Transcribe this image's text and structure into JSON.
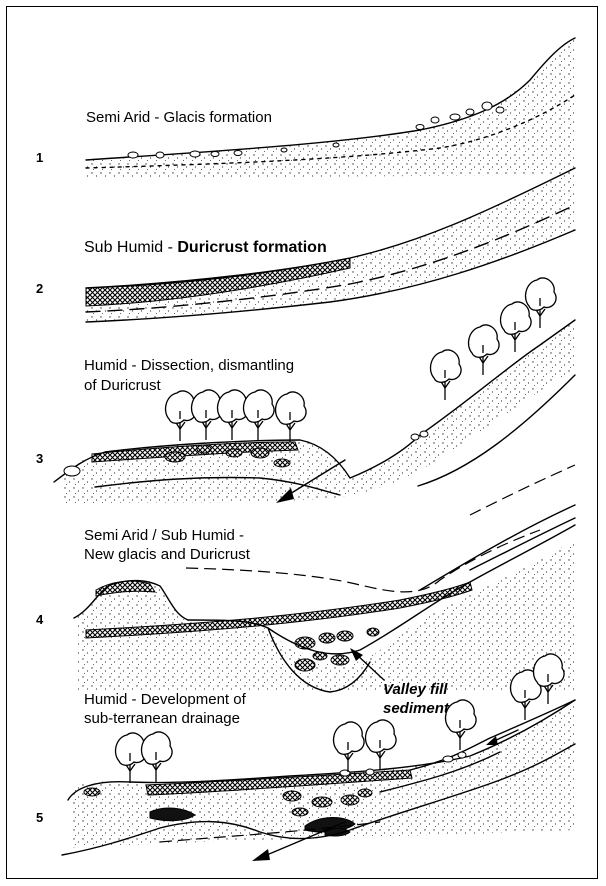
{
  "figure": {
    "stages": [
      {
        "number": "1",
        "climate": "Semi Arid",
        "process": "Glacis formation"
      },
      {
        "number": "2",
        "climate": "Sub Humid",
        "process": "Duricrust formation"
      },
      {
        "number": "3",
        "climate": "Humid",
        "process_line1": "Dissection, dismantling",
        "process_line2": "of Duricrust"
      },
      {
        "number": "4",
        "climate": "Semi Arid / Sub Humid -",
        "process": "New glacis and Duricrust",
        "annotation_line1": "Valley fill",
        "annotation_line2": "sediments"
      },
      {
        "number": "5",
        "climate": "Humid",
        "process_line1": "Development of",
        "process_line2": "sub-terranean drainage"
      }
    ],
    "separator": " - "
  }
}
